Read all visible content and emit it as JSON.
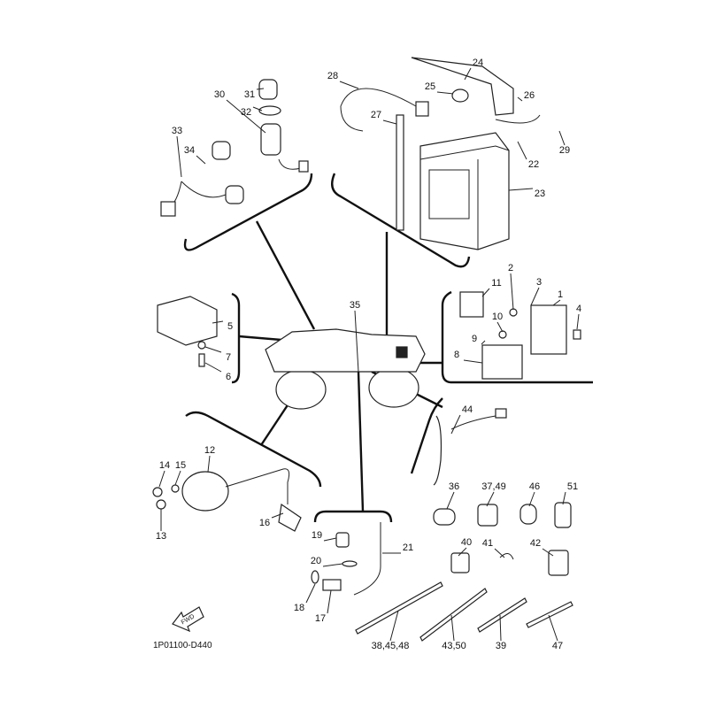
{
  "diagram": {
    "part_code": "1P01100-D440",
    "fwd_label": "FWD",
    "callouts": [
      "30",
      "31",
      "32",
      "33",
      "34",
      "28",
      "27",
      "25",
      "24",
      "26",
      "29",
      "22",
      "23",
      "11",
      "2",
      "3",
      "1",
      "4",
      "10",
      "9",
      "8",
      "35",
      "5",
      "7",
      "6",
      "44",
      "12",
      "14",
      "15",
      "13",
      "16",
      "36",
      "37,49",
      "46",
      "51",
      "19",
      "20",
      "21",
      "40",
      "41",
      "42",
      "18",
      "17",
      "38,45,48",
      "43,50",
      "39",
      "47"
    ]
  }
}
